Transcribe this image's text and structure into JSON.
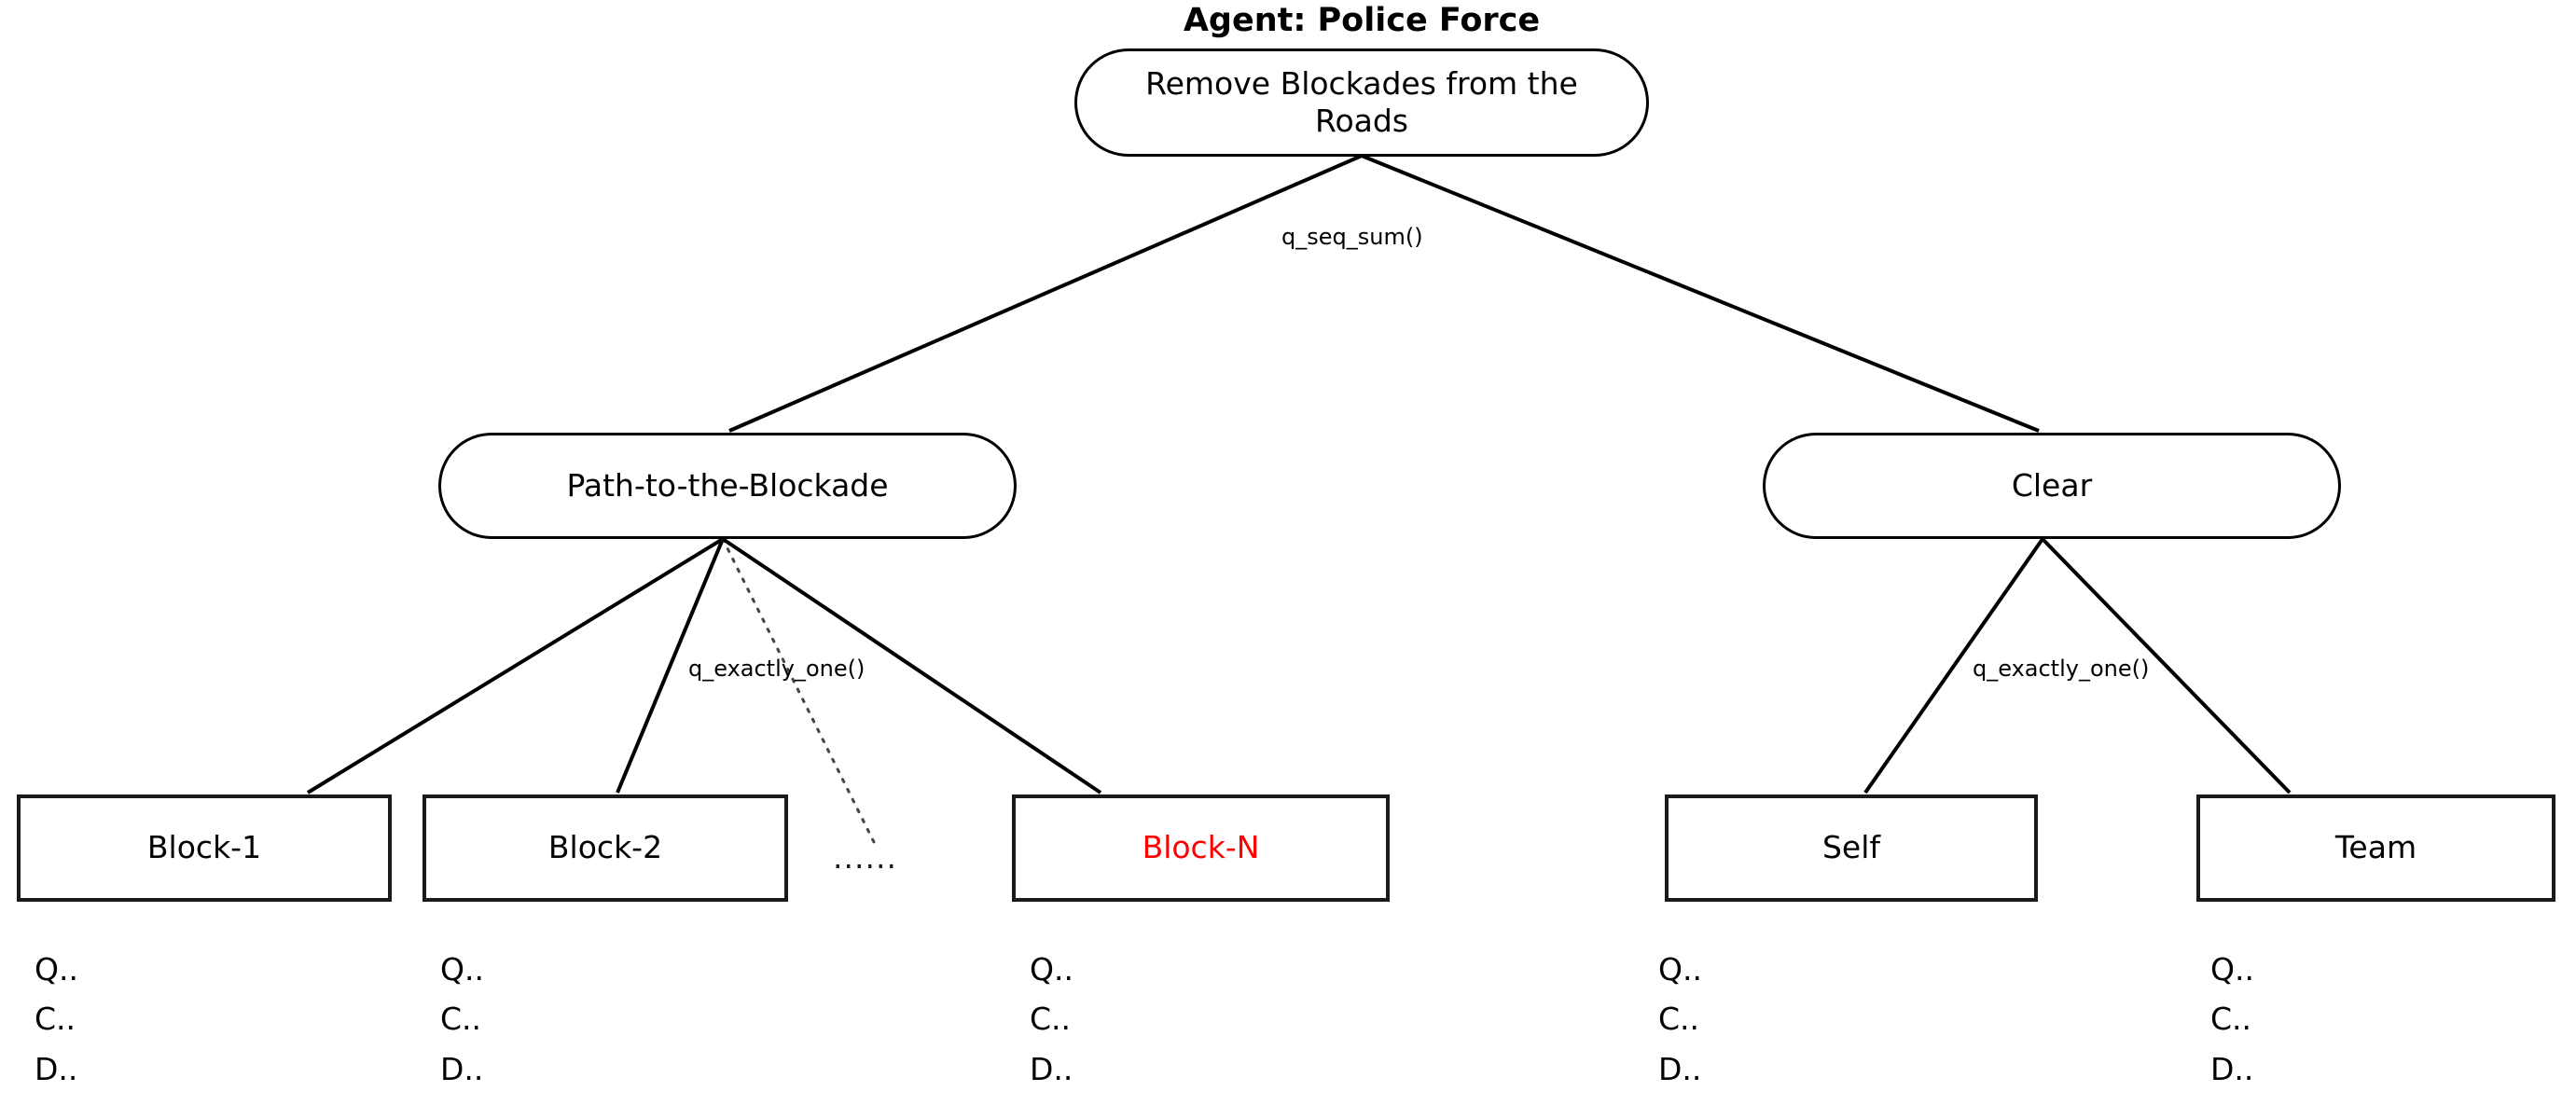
{
  "diagram": {
    "title": "Agent: Police Force",
    "background_color": "#ffffff",
    "line_color": "#000000",
    "highlight_color": "#ff0000",
    "root": {
      "label": "Remove Blockades from the Roads",
      "shape": "rounded"
    },
    "root_edge_label": "q_seq_sum()",
    "branches": [
      {
        "label": "Path-to-the-Blockade",
        "shape": "rounded",
        "edge_label": "q_exactly_one()",
        "ellipsis": "......",
        "children": [
          {
            "label": "Block-1",
            "shape": "rect",
            "color": "#000000"
          },
          {
            "label": "Block-2",
            "shape": "rect",
            "color": "#000000"
          },
          {
            "label": "Block-N",
            "shape": "rect",
            "color": "#ff0000"
          }
        ]
      },
      {
        "label": "Clear",
        "shape": "rounded",
        "edge_label": "q_exactly_one()",
        "children": [
          {
            "label": "Self",
            "shape": "rect",
            "color": "#000000"
          },
          {
            "label": "Team",
            "shape": "rect",
            "color": "#000000"
          }
        ]
      }
    ],
    "attribute_lines": [
      "Q..",
      "C..",
      "D.."
    ],
    "attribute_blocks": [
      {
        "for": "Block-1"
      },
      {
        "for": "Block-2"
      },
      {
        "for": "Block-N"
      },
      {
        "for": "Self"
      },
      {
        "for": "Team"
      }
    ]
  }
}
